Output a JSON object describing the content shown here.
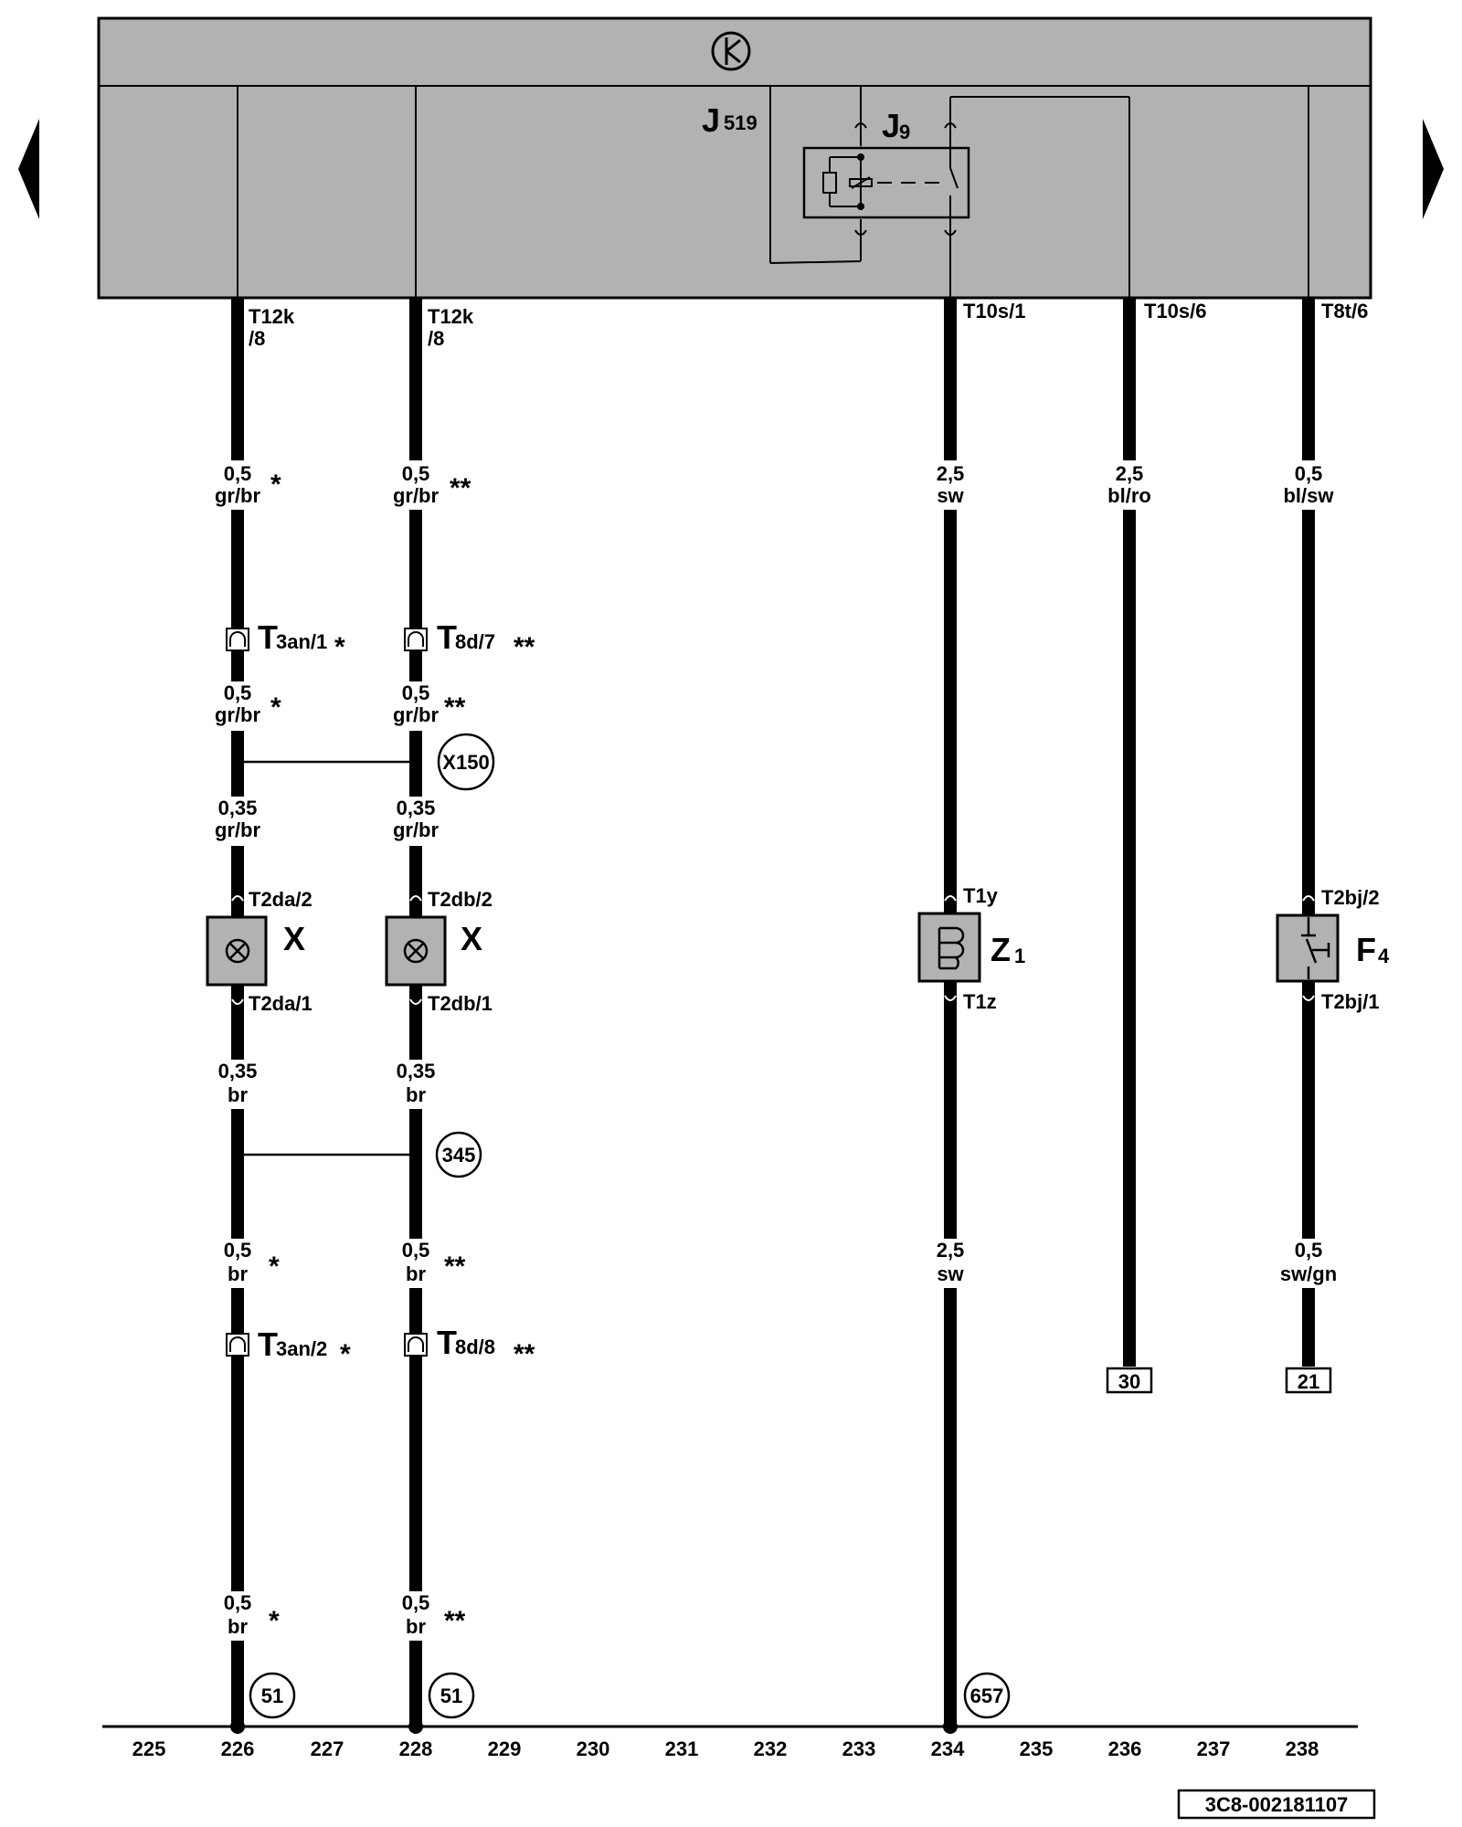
{
  "nav": {
    "prev_icon": "triangle-left-icon",
    "next_icon": "triangle-right-icon"
  },
  "header": {
    "control_unit": {
      "letter": "J",
      "sub": "519"
    },
    "relay": {
      "letter": "J",
      "sub": "9"
    },
    "ground_symbol_icon": "ground-symbol-icon"
  },
  "wires": [
    {
      "id": "w226",
      "connector_top": [
        "T12k",
        "/8"
      ],
      "segments": [
        {
          "size": "0,5",
          "color": "gr/br",
          "mark": "*"
        },
        {
          "size": "0,5",
          "color": "gr/br",
          "mark": "*"
        },
        {
          "size": "0,35",
          "color": "gr/br",
          "mark": ""
        },
        {
          "size": "0,35",
          "color": "br",
          "mark": ""
        },
        {
          "size": "0,5",
          "color": "br",
          "mark": "*"
        },
        {
          "size": "0,5",
          "color": "br",
          "mark": "*"
        }
      ],
      "connector_mid1": {
        "letter": "T",
        "rest": "3an/1",
        "mark": "*"
      },
      "connector_mid2": {
        "letter": "T",
        "rest": "3an/2",
        "mark": "*"
      },
      "lamp": {
        "label": "X",
        "pin_top": "T2da/2",
        "pin_bottom": "T2da/1"
      },
      "end_ref": "51"
    },
    {
      "id": "w228",
      "connector_top": [
        "T12k",
        "/8"
      ],
      "segments": [
        {
          "size": "0,5",
          "color": "gr/br",
          "mark": "**"
        },
        {
          "size": "0,5",
          "color": "gr/br",
          "mark": "**"
        },
        {
          "size": "0,35",
          "color": "gr/br",
          "mark": ""
        },
        {
          "size": "0,35",
          "color": "br",
          "mark": ""
        },
        {
          "size": "0,5",
          "color": "br",
          "mark": "**"
        },
        {
          "size": "0,5",
          "color": "br",
          "mark": "**"
        }
      ],
      "connector_mid1": {
        "letter": "T",
        "rest": "8d/7",
        "mark": "**"
      },
      "connector_mid2": {
        "letter": "T",
        "rest": "8d/8",
        "mark": "**"
      },
      "lamp": {
        "label": "X",
        "pin_top": "T2db/2",
        "pin_bottom": "T2db/1"
      },
      "end_ref": "51"
    },
    {
      "id": "w234",
      "connector_top": "T10s/1",
      "segments": [
        {
          "size": "2,5",
          "color": "sw"
        },
        {
          "size": "2,5",
          "color": "sw"
        }
      ],
      "component": {
        "letter": "Z",
        "sub": "1",
        "pin_top": "T1y",
        "pin_bottom": "T1z"
      },
      "end_ref": "657"
    },
    {
      "id": "w236",
      "connector_top": "T10s/6",
      "segments": [
        {
          "size": "2,5",
          "color": "bl/ro"
        }
      ],
      "terminal": "30"
    },
    {
      "id": "w238",
      "connector_top": "T8t/6",
      "segments": [
        {
          "size": "0,5",
          "color": "bl/sw"
        },
        {
          "size": "0,5",
          "color": "sw/gn"
        }
      ],
      "component": {
        "letter": "F",
        "sub": "4",
        "pin_top": "T2bj/2",
        "pin_bottom": "T2bj/1"
      },
      "terminal": "21"
    }
  ],
  "junctions": [
    "X150",
    "345"
  ],
  "columns": [
    "225",
    "226",
    "227",
    "228",
    "229",
    "230",
    "231",
    "232",
    "233",
    "234",
    "235",
    "236",
    "237",
    "238"
  ],
  "doc_id": "3C8-002181107",
  "colors": {
    "panel": "#b2b2b2",
    "component": "#b2b2b2",
    "line": "#000000"
  }
}
